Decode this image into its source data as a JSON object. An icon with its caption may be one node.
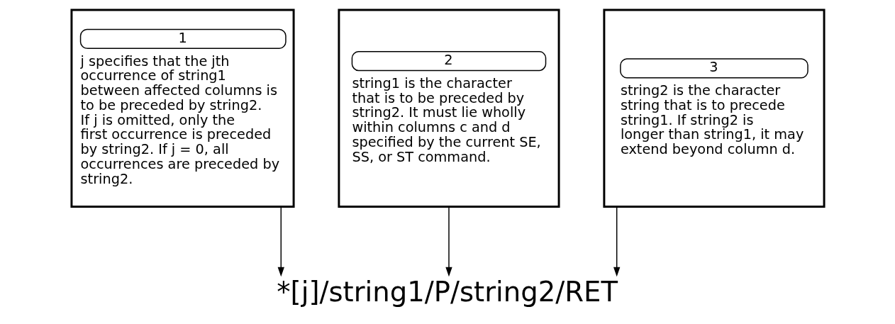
{
  "diagram": {
    "nodes": [
      {
        "text": [
          "1",
          "j specifies that the jth occurrence of string1 between affected columns is to be preceded by string2. If j is omitted, only the first occurrence is preceded by string2. If j = 0, all occurrences are preceded by string2."
        ]
      },
      {
        "text": [
          "2",
          "string1 is the character that is to be preceded by string2. It must lie wholly within columns c and d specified by the current SE, SS, or ST command."
        ]
      },
      {
        "text": [
          "3",
          "string2 is the character string that is to precede string1. If string2 is longer than string1, it may extend beyond column d."
        ]
      },
      {
        "text": [
          "*[j]/string1/P/string2/RET"
        ]
      }
    ],
    "edges": [
      {
        "from": 0,
        "to": 3,
        "arrow": "to"
      },
      {
        "from": 1,
        "to": 3,
        "arrow": "to"
      },
      {
        "from": 2,
        "to": 3,
        "arrow": "to"
      }
    ]
  }
}
